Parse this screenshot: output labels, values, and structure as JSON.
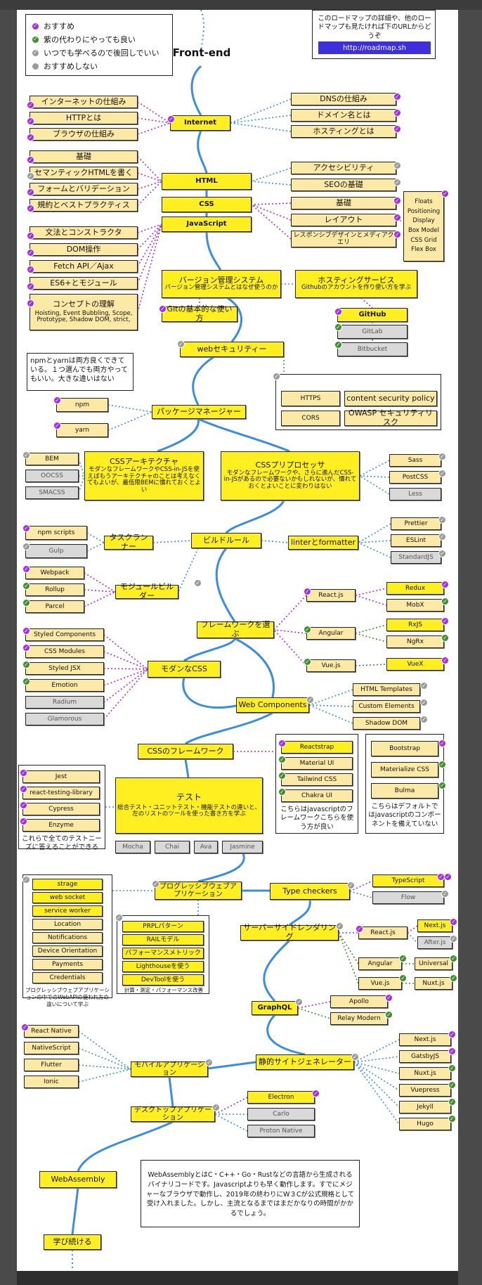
{
  "title": "Front-end",
  "legend": [
    {
      "text": "おすすめ",
      "icon": "check-icon",
      "color": "#a82ae8"
    },
    {
      "text": "紫の代わりにやっても良い",
      "icon": "check-icon",
      "color": "#3e8e2a"
    },
    {
      "text": "いつでも学べるので後回しでいい",
      "icon": "check-icon",
      "color": "#9a9a9a"
    },
    {
      "text": "おすすめしない",
      "icon": "dot-icon",
      "color": "#9a9a9a"
    }
  ],
  "info": {
    "text": "このロードマップの詳細や、他のロードマップも見たければ下のURLからどうぞ",
    "link": "http://roadmap.sh"
  },
  "main": {
    "internet": "Internet",
    "html": "HTML",
    "css": "CSS",
    "javascript": "JavaScript",
    "vcs": "バージョン管理システム",
    "vcs_sub": "バージョン管理システムとはなぜ使うのか",
    "hosting": "ホスティングサービス",
    "hosting_sub": "Githubのアカウントを作り使い方を学ぶ",
    "git": "Gitの基本的な使い方",
    "websec": "webセキュリティー",
    "pkg": "パッケージマネージャー",
    "cssarch": "CSSアーキテクチャ",
    "cssarch_sub": "モダンなフレームワークやCSS-in-JSを使えばもうアーキテクチャのことは考えなくてもよいが、最低限BEMに慣れておくとよい",
    "csspre": "CSSプリプロセッサ",
    "csspre_sub": "モダンなフレームワークや、さらに進んだCSS-in-JSがあるので必要ないかもしれないが、慣れておくとよいことに変わりはない",
    "taskrunner": "タスクランナー",
    "buildtools": "ビルドルール",
    "linter": "linterとformatter",
    "bundler": "モジュールビルダー",
    "framework": "フレームワークを選ぶ",
    "moderncss": "モダンなCSS",
    "webcomponents": "Web Components",
    "cssframework": "CSSのフレームワーク",
    "testing": "テスト",
    "testing_sub": "総合テスト・ユニットテスト・機能テストの違いと、左のリストのツールを使った書き方を学ぶ",
    "pwa": "プログレッシブウェブアプリケーション",
    "typecheckers": "Type checkers",
    "ssr": "サーバーサイドレンダリング",
    "graphql": "GraphQL",
    "ssg": "静的サイトジェネレーター",
    "mobile": "モバイルアプリケーション",
    "desktop": "デスクトップアプリケーション",
    "wasm": "WebAssembly",
    "keeplearning": "学び続ける"
  },
  "internet_items": [
    "インターネットの仕組み",
    "HTTPとは",
    "ブラウザの仕組み",
    "DNSの仕組み",
    "ドメイン名とは",
    "ホスティングとは"
  ],
  "html_items": [
    "基礎",
    "セマンティックHTMLを書く",
    "フォームとバリデーション",
    "規約とベストプラクティス",
    "アクセシビリティ",
    "SEOの基礎"
  ],
  "css_items": [
    "基礎",
    "レイアウト",
    "レスポンシブデザインとメディアクエリ"
  ],
  "layout_list": [
    "Floats",
    "Positioning",
    "Display",
    "Box Model",
    "CSS Grid",
    "Flex Box"
  ],
  "js_items": [
    "文法とコンストラクタ",
    "DOM操作",
    "Fetch API／Ajax",
    "ES6+とモジュール",
    "コンセプトの理解"
  ],
  "js_concepts": "Hoisting, Event Bubbling, Scope, Prototype, Shadow DOM, strict,",
  "hosting_items": [
    "GitHub",
    "GitLab",
    "Bitbucket"
  ],
  "npm_note": "npmとyarnは両方良くできている。１つ選んでも両方やってもいい。大きな違いはない",
  "security_items": [
    "HTTPS",
    "content security policy",
    "CORS",
    "OWASP セキュリティリスク"
  ],
  "pkg_items": [
    "npm",
    "yarn"
  ],
  "arch_items": [
    "BEM",
    "OOCSS",
    "SMACSS"
  ],
  "pre_items": [
    "Sass",
    "PostCSS",
    "Less"
  ],
  "task_items": [
    "npm scripts",
    "Gulp"
  ],
  "linter_items": [
    "Prettier",
    "ESLint",
    "StandardJS"
  ],
  "bundler_items": [
    "Webpack",
    "Rollup",
    "Parcel"
  ],
  "fw": {
    "react": "React.js",
    "angular": "Angular",
    "vue": "Vue.js",
    "redux": "Redux",
    "mobx": "MobX",
    "rxjs": "RxJS",
    "ngrx": "NgRx",
    "vuex": "VueX"
  },
  "moderncss_items": [
    "Styled Components",
    "CSS Modules",
    "Styled JSX",
    "Emotion",
    "Radium",
    "Glamorous"
  ],
  "wc_items": [
    "HTML Templates",
    "Custom Elements",
    "Shadow DOM"
  ],
  "cssfw_js": [
    "Reactstrap",
    "Material UI",
    "Tailwind CSS",
    "Chakra UI"
  ],
  "cssfw_js_note": "こちらはjavascriptのフレームワークこちらを使う方が良い",
  "cssfw_plain": [
    "Bootstrap",
    "Materialize CSS",
    "Bulma"
  ],
  "cssfw_plain_note": "こちらはデフォルトではjavascriptのコンポーネントを備えていない",
  "test_items": [
    "Jest",
    "react-testing-library",
    "Cypress",
    "Enzyme"
  ],
  "test_note": "これらで全てのテストニーズに答えることができる",
  "test_other": [
    "Mocha",
    "Chai",
    "Ava",
    "Jasmine"
  ],
  "pwa_items": [
    "strage",
    "web socket",
    "service worker",
    "Location",
    "Notifications",
    "Device Orientation",
    "Payments",
    "Credentials"
  ],
  "pwa_note": "プログレッシブウェブアプリケーションの中でのWebAPIの使われ方の違いについて学ぶ",
  "perf_items": [
    "PRPLパターン",
    "RAILモデル",
    "パフォーマンスメトリック",
    "Lighthouseを使う",
    "DevToolを使う"
  ],
  "perf_note": "計算・測定・パフォーマンス改善",
  "type_items": [
    "TypeScript",
    "Flow"
  ],
  "ssr_items": {
    "react": "React.js",
    "next": "Next.js",
    "after": "After.js",
    "angular": "Angular",
    "universal": "Universal",
    "vue": "Vue.js",
    "nuxt": "Nuxt.js"
  },
  "graphql_items": [
    "Apollo",
    "Relay Modern"
  ],
  "ssg_items": [
    "Next.js",
    "GatsbyJS",
    "Nuxt.js",
    "Vuepress",
    "Jekyll",
    "Hugo"
  ],
  "mobile_items": [
    "React Native",
    "NativeScript",
    "Flutter",
    "Ionic"
  ],
  "desktop_items": [
    "Electron",
    "Carlo",
    "Proton Native"
  ],
  "wasm_note": "WebAssemblyとはC・C++・Go・Rustなどの言語から生成されるバイナリコードです。Javascriptよりも早く動作します。すでにメジャーなブラウザで動作し、2019年の終わりにW３Cが公式規格として受け入れました。しかし、主流となるまではまだかなりの時間がかかるでしょう。"
}
